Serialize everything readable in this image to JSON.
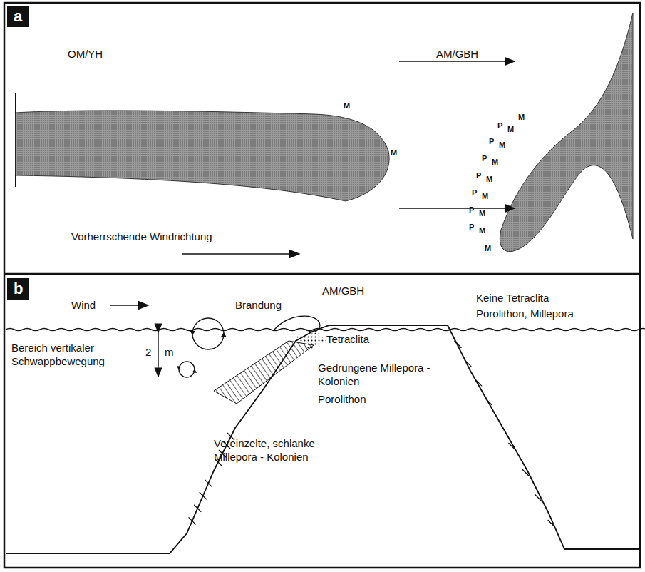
{
  "diagram": {
    "nodes": [
      {
        "text": [
          "a"
        ]
      },
      {
        "text": [
          "b"
        ]
      }
    ],
    "labels": [
      "OM/YH",
      "M",
      "M",
      "AM/GBH",
      "M",
      "P",
      "M",
      "P",
      "M",
      "P",
      "M",
      "P",
      "M",
      "P",
      "M",
      "P",
      "M",
      "P",
      "M",
      "M",
      "Vorherrschende Windrichtung",
      "AM/GBH",
      "Wind",
      "Brandung",
      "Keine Tetraclita",
      "Porolithon, Millepora",
      "Tetraclita",
      "Bereich vertikaler Schwappbewegung",
      "2",
      "m",
      "Gedrungene Millepora - Kolonien",
      "Porolithon",
      "Vereinzelte, schlanke Millepora - Kolonien"
    ]
  }
}
